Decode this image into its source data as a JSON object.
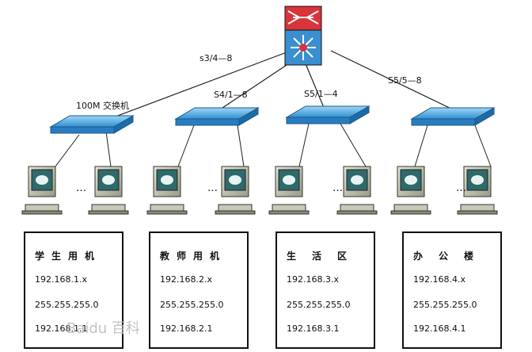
{
  "labels": {
    "core_link": "s3/4—8",
    "access_switch": "100M 交换机",
    "link_s4": "S4/1—8",
    "link_s5_1": "S5/1—4",
    "link_s5_5": "S5/5—8"
  },
  "ellipsis": "…",
  "segments": [
    {
      "title": "学生用机",
      "ip": "192.168.1.x",
      "mask": "255.255.255.0",
      "gateway": "192.168.1.1"
    },
    {
      "title": "教师用机",
      "ip": "192.168.2.x",
      "mask": "255.255.255.0",
      "gateway": "192.168.2.1"
    },
    {
      "title": "生活区",
      "ip": "192.168.3.x",
      "mask": "255.255.255.0",
      "gateway": "192.168.3.1"
    },
    {
      "title": "办公楼",
      "ip": "192.168.4.x",
      "mask": "255.255.255.0",
      "gateway": "192.168.4.1"
    }
  ],
  "watermark": "Baidu 百科",
  "colors": {
    "switch": "#3b9fd6",
    "core_top": "#d9343a",
    "core_body": "#3a8fd0",
    "line": "#222222"
  }
}
